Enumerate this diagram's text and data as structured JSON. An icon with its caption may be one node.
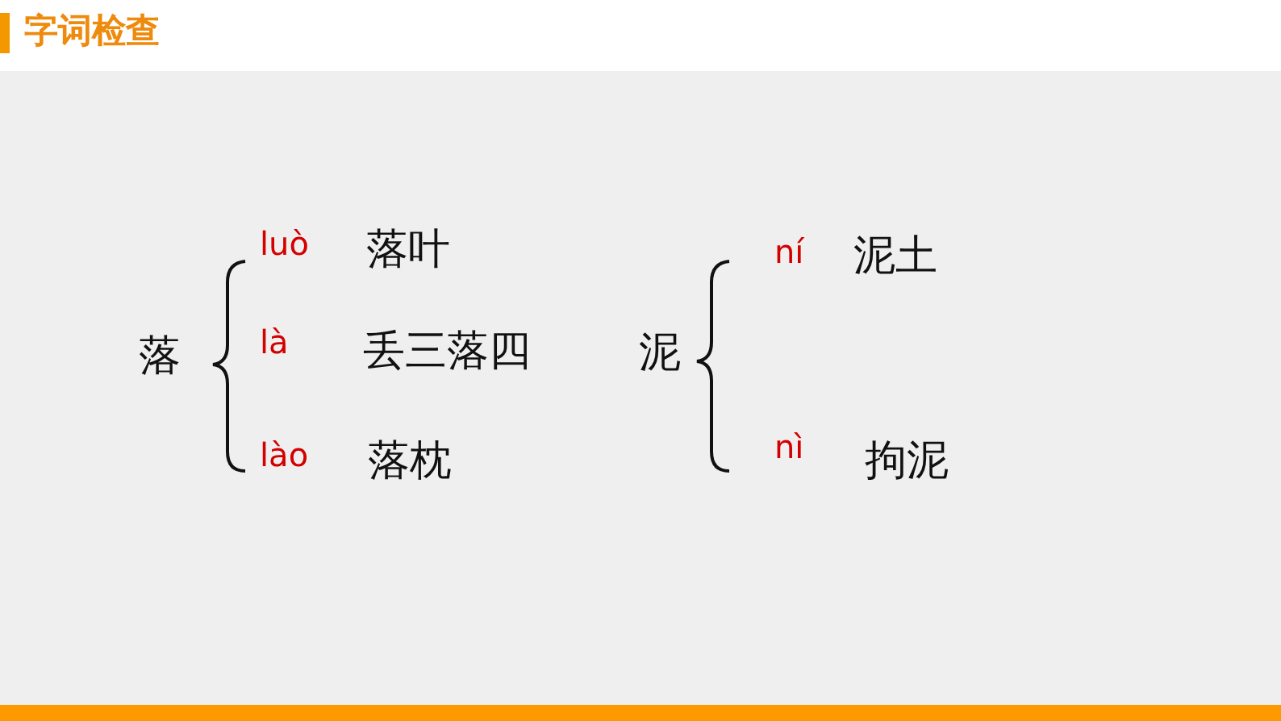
{
  "diagram": {
    "title": "字词检查",
    "labels": [
      "落",
      "luò",
      "落叶",
      "là",
      "丢三落四",
      "lào",
      "落枕",
      "泥",
      "ní",
      "泥土",
      "nì",
      "拘泥"
    ]
  }
}
